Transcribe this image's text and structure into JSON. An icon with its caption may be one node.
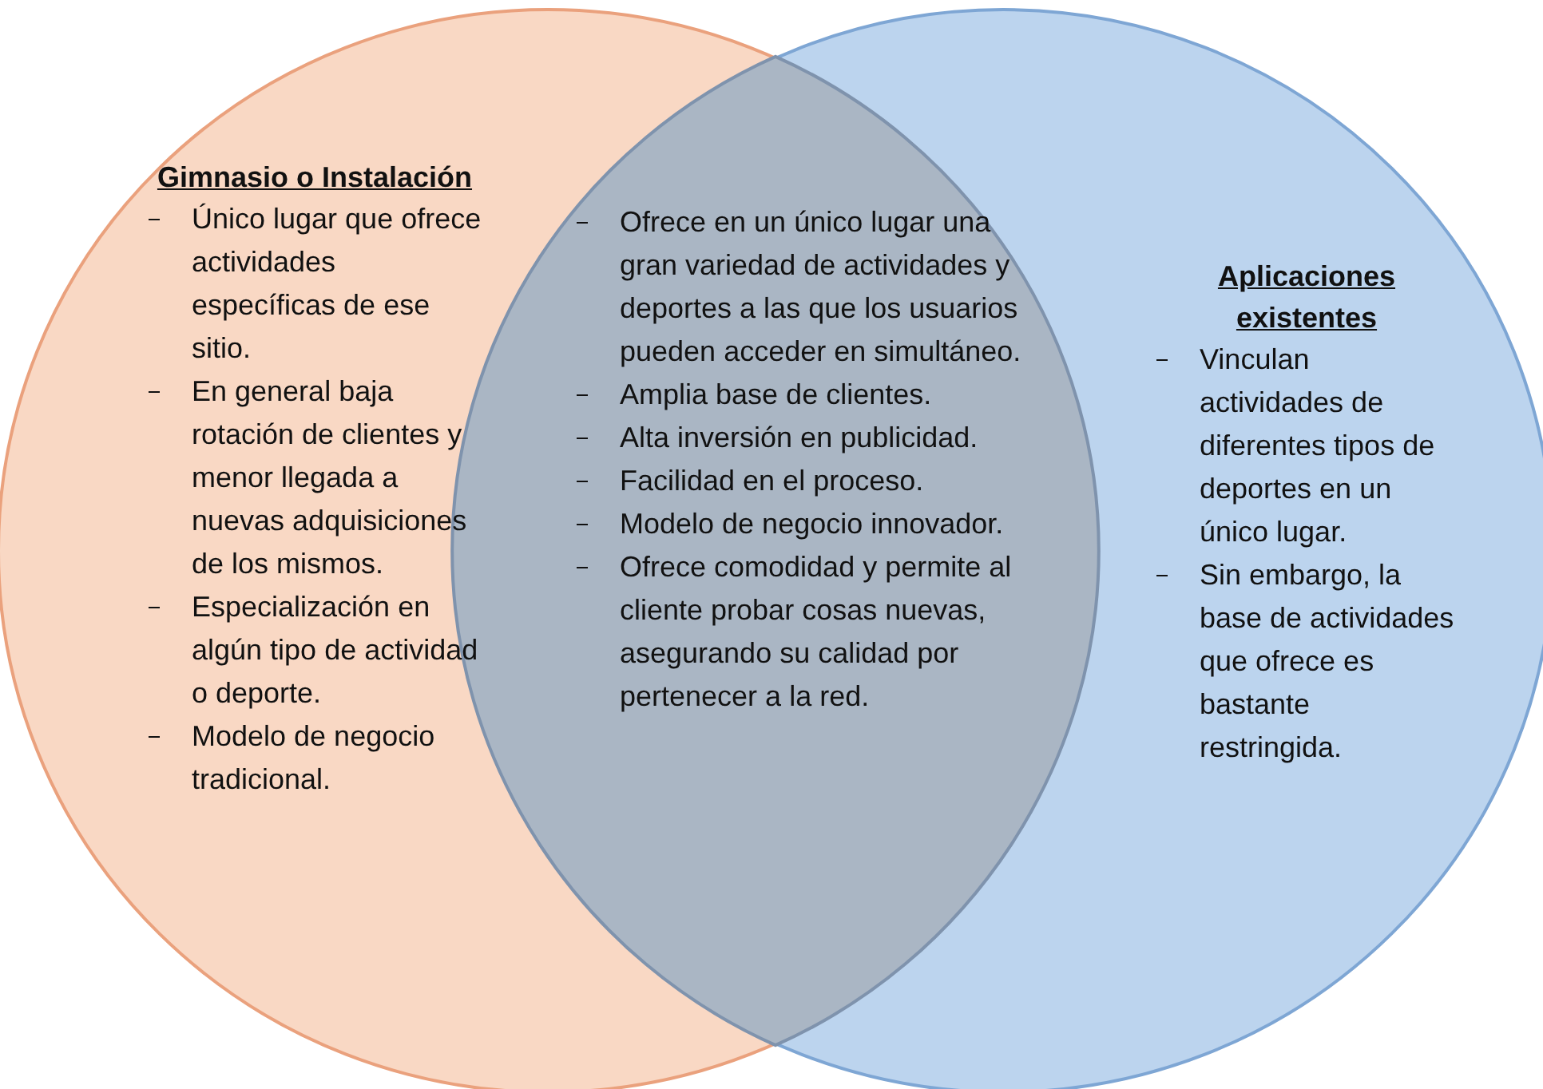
{
  "diagram": {
    "nodes": [
      {
        "text": [
          "Gimnasio o Instalación",
          "Único lugar que ofrece actividades específicas de ese sitio.",
          "En general baja rotación de clientes y menor llegada a nuevas adquisiciones de los mismos.",
          "Especialización en algún tipo de actividad o deporte.",
          "Modelo de negocio tradicional."
        ]
      },
      {
        "text": [
          "Aplicaciones existentes",
          "Vinculan actividades de diferentes tipos de deportes en un único lugar.",
          "Sin embargo, la base de actividades que ofrece es bastante restringida."
        ]
      },
      {
        "text": [
          "Ofrece en un único lugar una gran variedad de actividades y deportes a las que los usuarios pueden acceder en simultáneo.",
          "Amplia base de clientes.",
          "Alta inversión en publicidad.",
          "Facilidad en el proceso.",
          "Modelo de negocio innovador.",
          "Ofrece comodidad y permite al cliente probar cosas nuevas, asegurando su calidad por pertenecer a la red."
        ]
      }
    ],
    "edges": []
  }
}
